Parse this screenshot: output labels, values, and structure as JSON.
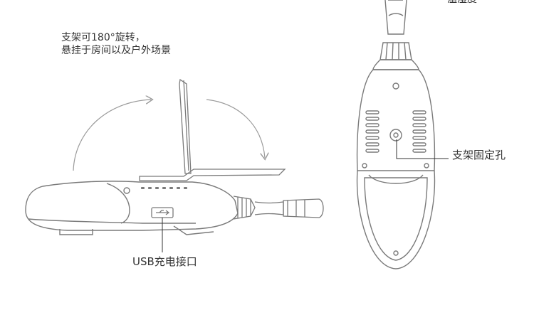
{
  "annotations": {
    "stand_rotation_line1": "支架可180°旋转，",
    "stand_rotation_line2": "悬挂于房间以及户外场景",
    "usb_port": "USB充电接口",
    "mount_hole": "支架固定孔",
    "top_label_partial": "温湿度"
  },
  "colors": {
    "stroke": "#7a7a7a",
    "text": "#333333",
    "arrow": "#9a9a9a"
  }
}
